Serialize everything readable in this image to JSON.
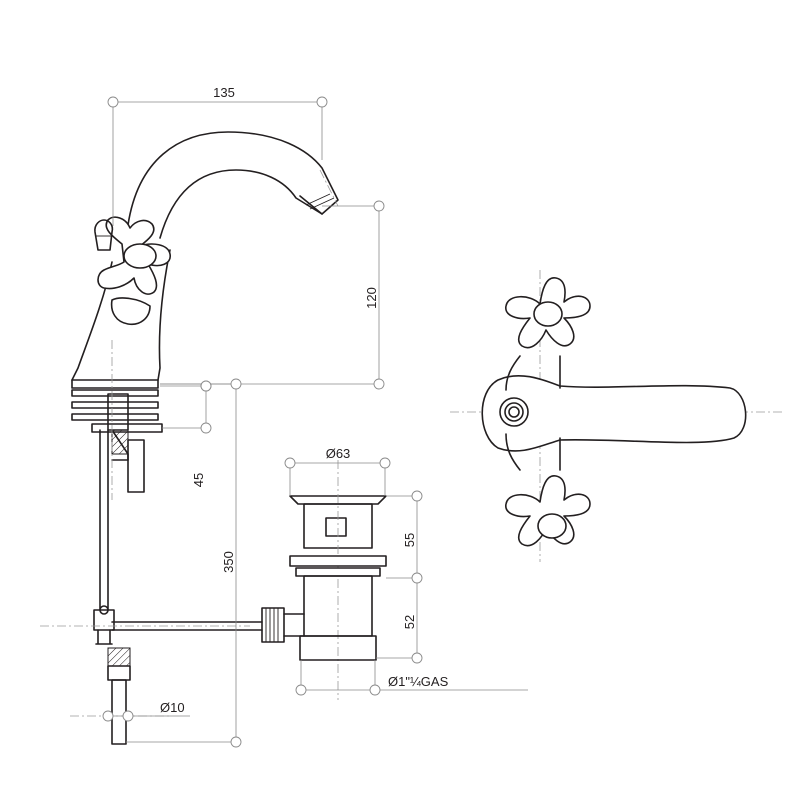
{
  "dimensions": {
    "spout_reach": "135",
    "spout_height": "120",
    "shank_length": "45",
    "overall_height": "350",
    "waste_diameter": "Ø63",
    "waste_upper": "55",
    "waste_lower": "52",
    "waste_thread": "Ø1\"¼GAS",
    "hose_diameter": "Ø10"
  },
  "colors": {
    "line": "#231f20",
    "dimension": "#8a8a8a"
  }
}
